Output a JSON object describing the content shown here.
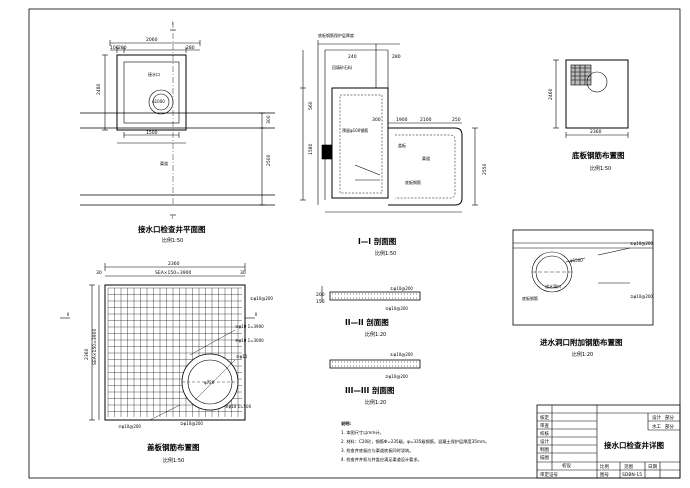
{
  "drawings": {
    "plan": {
      "title": "接水口检查井平面图",
      "scale": "比例1:50",
      "section_mark": "I",
      "dims": {
        "top_width": "2060",
        "top_left_a": "100",
        "top_left_b": "280",
        "top_right": "280",
        "left_height": "2480",
        "inner_bottom": "1500",
        "right_a": "300",
        "right_b": "2500",
        "pipe_dia": "φ1000"
      },
      "labels": {
        "inlet": "接水口",
        "canal": "渠道"
      }
    },
    "section1": {
      "title": "I—I 剖面图",
      "scale": "比例1:50",
      "dims": {
        "d_240": "240",
        "d_280": "280",
        "d_300": "300",
        "d_1900": "1900",
        "d_2100": "2100",
        "d_250": "250",
        "d_2550": "2550",
        "d_1580": "1580",
        "d_560": "560"
      },
      "labels": {
        "top_note": "底板钢筋保护层厚度",
        "gravel": "回填砂石料",
        "rebar_note": "预留φ100钢筋",
        "cover": "盖板",
        "canal": "渠道",
        "bottom": "底板钢筋"
      }
    },
    "floor": {
      "title": "底板钢筋布置图",
      "scale": "比例1:50",
      "dims": {
        "w": "2360",
        "h": "2460"
      }
    },
    "opening": {
      "title": "进水洞口附加钢筋布置图",
      "scale": "比例1:20",
      "dims": {
        "dia": "φ1500"
      },
      "labels": {
        "hole": "进水洞口",
        "rebar_1": "①φ10@200",
        "rebar_2": "②φ10@200",
        "canal": "底板钢筋"
      }
    },
    "cover": {
      "title": "盖板钢筋布置图",
      "scale": "比例1:50",
      "section_mark": "II",
      "dims": {
        "top_w": "2360",
        "top_30a": "30",
        "top_30b": "30",
        "top_detail": "SEA×150=3900",
        "left_h": "2360",
        "left_detail": "SEA×150=3900",
        "hole": "φ720"
      },
      "labels": {
        "r1": "①φ10@200",
        "r2": "②φ10@200",
        "r3": "③φ10 1=3900",
        "r4": "④φ10 1=3000",
        "r5": "⑤φ10",
        "r6": "⑥φ10 1=500",
        "r7": "⑦φ10@200"
      }
    },
    "sec2": {
      "title": "II—II 剖面图",
      "scale": "比例1:20",
      "dims": {
        "a": "200",
        "b": "150"
      },
      "labels": {
        "r1": "①φ10@200",
        "r2": "②φ10@200"
      }
    },
    "sec3": {
      "title": "III—III 剖面图",
      "scale": "比例1:20",
      "labels": {
        "r1": "①φ10@200",
        "r2": "②φ10@200"
      }
    }
  },
  "notes": {
    "heading": "说明:",
    "lines": [
      "1. 本图尺寸以mm计。",
      "2. 材料：C20砼，钢筋Φ=235级，φ=335级钢筋，混凝土保护层厚度35mm。",
      "3. 检查井底板应与渠道底板同时浇筑。",
      "4. 检查井井框与井盖应满足渠道设计要求。"
    ]
  },
  "title_block": {
    "rows_left": [
      "核定",
      "审查",
      "校核",
      "设计",
      "制图",
      "描图"
    ],
    "top_right": [
      "设计",
      "部分"
    ],
    "project_right": [
      "水工",
      "部分"
    ],
    "drawing_title": "接水口检查井详图",
    "stage": "初设",
    "scale_label": "比例",
    "scale_value": "见图",
    "date_label": "日期",
    "no_label": "图号",
    "no_value": "SDBN-15",
    "approval": "审定证号"
  }
}
